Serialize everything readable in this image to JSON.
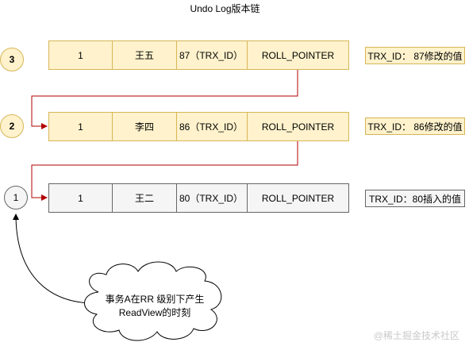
{
  "title": "Undo Log版本链",
  "versions": [
    {
      "circle": "3",
      "cells": [
        "1",
        "王五",
        "87（TRX_ID）",
        "ROLL_POINTER"
      ],
      "note": "TRX_ID： 87修改的值"
    },
    {
      "circle": "2",
      "cells": [
        "1",
        "李四",
        "86（TRX_ID）",
        "ROLL_POINTER"
      ],
      "note": "TRX_ID： 86修改的值"
    },
    {
      "circle": "1",
      "cells": [
        "1",
        "王二",
        "80（TRX_ID）",
        "ROLL_POINTER"
      ],
      "note": "TRX_ID：80插入的值"
    }
  ],
  "cloud": {
    "line1": "事务A在RR 级别下产生",
    "line2": "ReadView的时刻"
  },
  "watermark": "@稀土掘金技术社区",
  "colors": {
    "new_version_fill": "#fff2cc",
    "new_version_border": "#d6b656",
    "old_version_fill": "#f5f5f5",
    "old_version_border": "#666666",
    "arrow": "#b20000"
  }
}
